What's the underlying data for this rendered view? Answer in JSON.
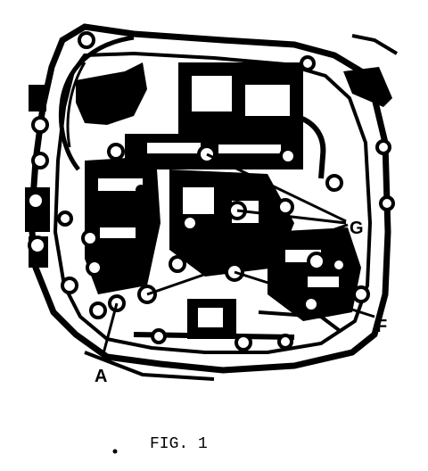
{
  "figure": {
    "caption": "FIG. 1",
    "callouts": {
      "a": "A",
      "f": "F",
      "g": "G"
    }
  },
  "colors": {
    "ink": "#000000",
    "paper": "#ffffff"
  }
}
